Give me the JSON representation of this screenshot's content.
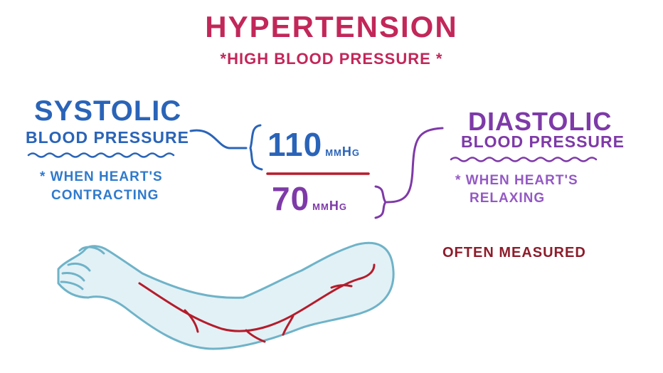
{
  "title": "Hypertension",
  "subtitle": "*High Blood Pressure *",
  "systolic": {
    "title": "Systolic",
    "subtitle": "Blood Pressure",
    "note_line1": "* When heart's",
    "note_line2": "contracting",
    "value": "110",
    "unit": "mmHg"
  },
  "diastolic": {
    "title": "Diastolic",
    "subtitle": "Blood Pressure",
    "note_line1": "* When heart's",
    "note_line2": "relaxing",
    "value": "70",
    "unit": "mmHg"
  },
  "note": "Often measured",
  "colors": {
    "pink": "#c2275a",
    "blue": "#2a64b8",
    "purple": "#7e3aa8",
    "dark_red": "#8d1c2b",
    "artery": "#b51c2b",
    "arm_outline": "#6fb3c8",
    "arm_fill": "#e2f1f6"
  },
  "icons": [
    "arm-illustration",
    "artery-icon",
    "bracket-icon",
    "wavy-underline-icon"
  ]
}
